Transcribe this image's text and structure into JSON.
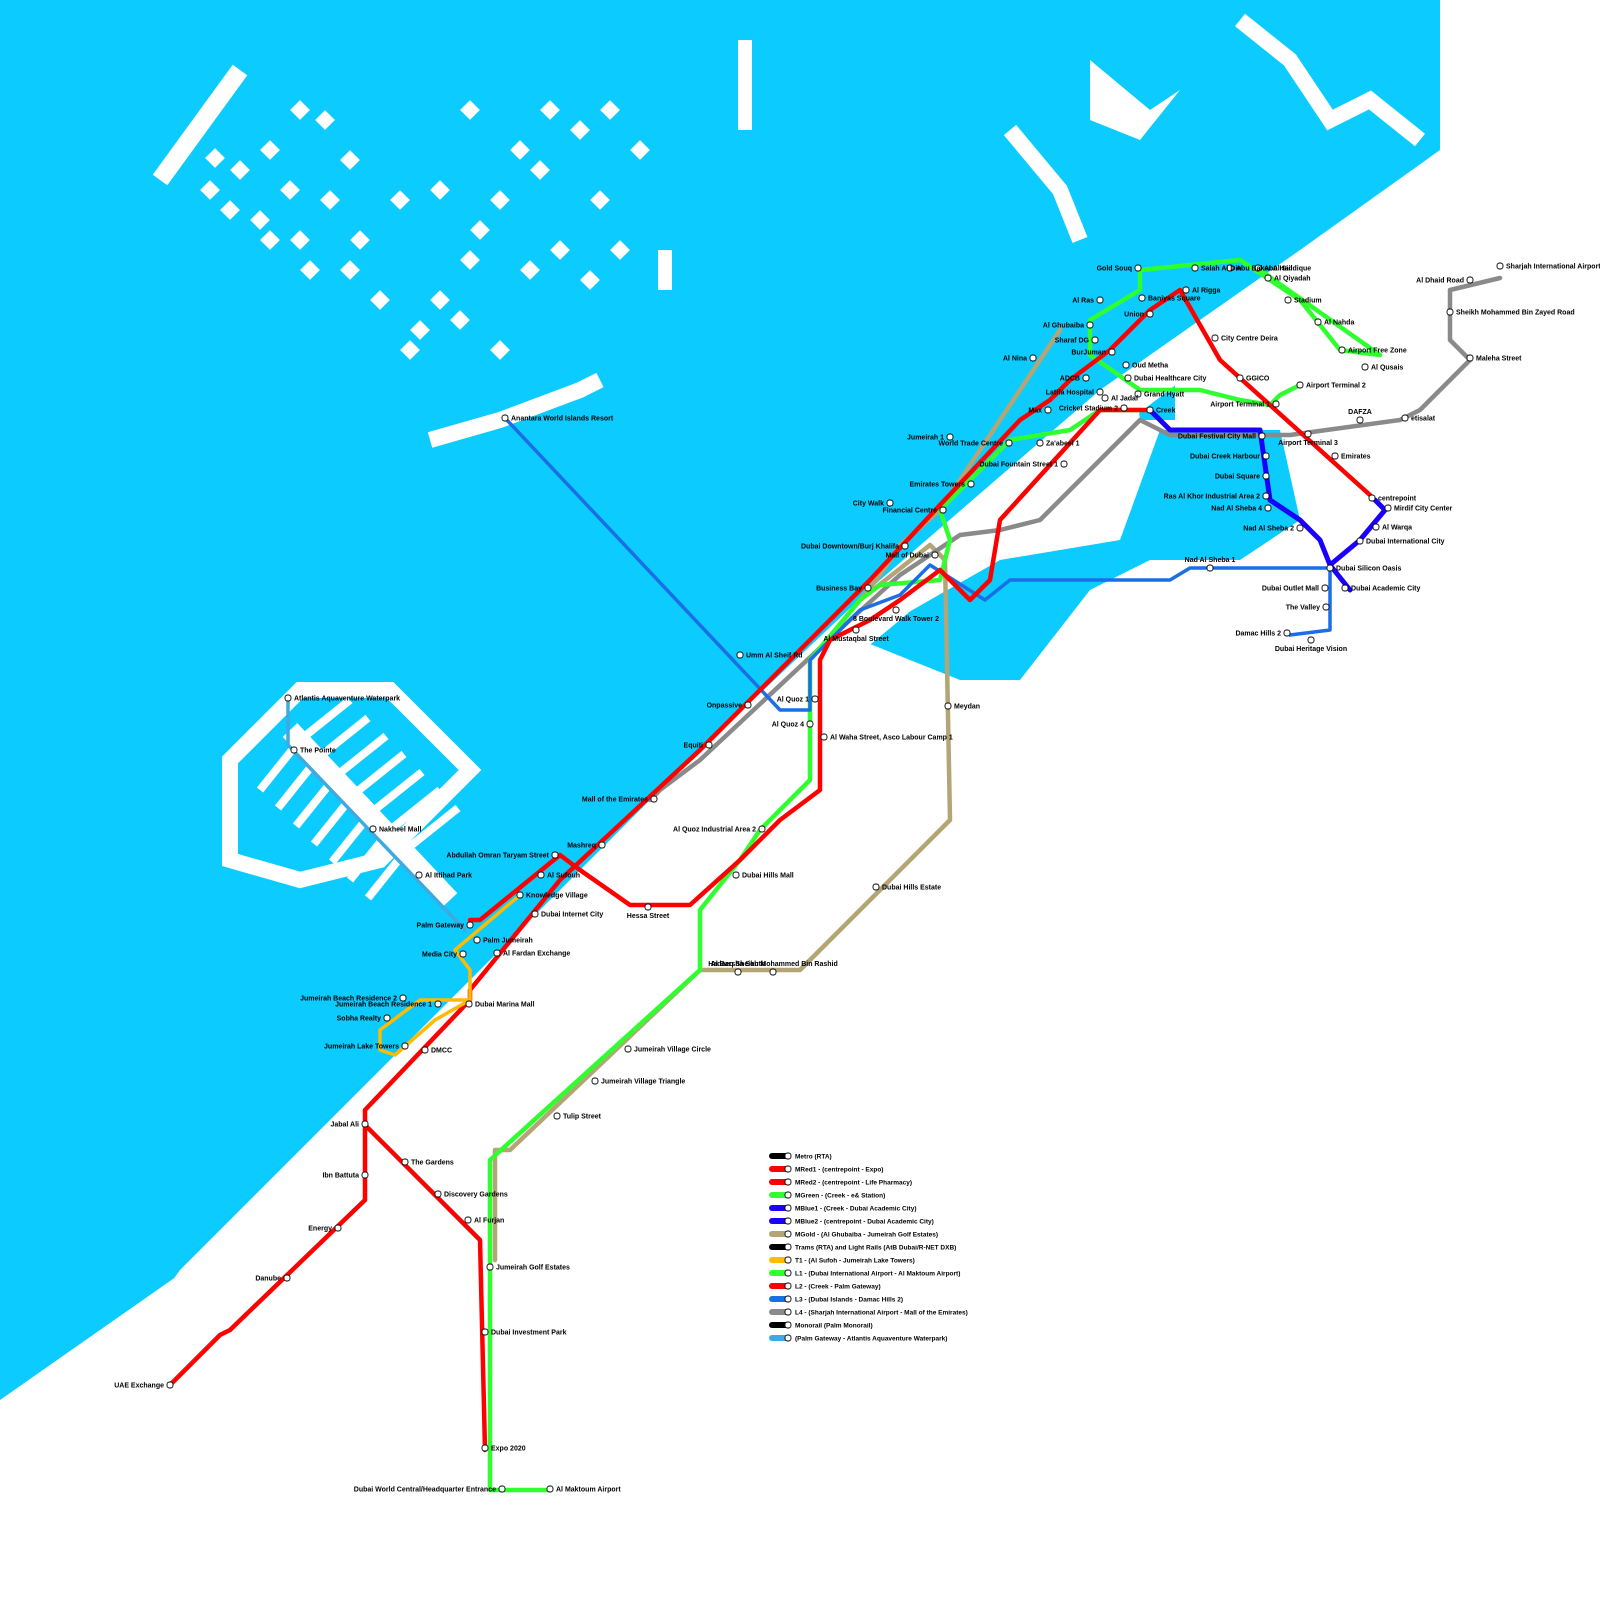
{
  "colors": {
    "water": "#0bcbff",
    "land": "#ffffff",
    "red": "#ff0000",
    "green": "#2fff2f",
    "blue_dark": "#1a00ff",
    "blue_light": "#1a6fe6",
    "gold": "#b3a575",
    "grey": "#8a8a8a",
    "yellow": "#ffbb00",
    "monorail": "#3fa9e0"
  },
  "legend": [
    {
      "label": "Metro (RTA)",
      "color": "#000000"
    },
    {
      "label": "MRed1 - (centrepoint - Expo)",
      "color": "#ff0000"
    },
    {
      "label": "MRed2 - (centrepoint - Life Pharmacy)",
      "color": "#ff0000"
    },
    {
      "label": "MGreen - (Creek - e& Station)",
      "color": "#2fff2f"
    },
    {
      "label": "MBlue1 - (Creek - Dubai Academic City)",
      "color": "#1a00ff"
    },
    {
      "label": "MBlue2 - (centrepoint - Dubai Academic City)",
      "color": "#1a00ff"
    },
    {
      "label": "MGold - (Al Ghubaiba - Jumeirah Golf Estates)",
      "color": "#b3a575"
    },
    {
      "label": "Trams (RTA) and Light Rails (AtB Dubai/R-NET DXB)",
      "color": "#000000"
    },
    {
      "label": "T1 - (Al Sufoh - Jumeirah Lake Towers)",
      "color": "#ffbb00"
    },
    {
      "label": "L1 - (Dubai International Airport - Al Maktoum Airport)",
      "color": "#2fff2f"
    },
    {
      "label": "L2 - (Creek - Palm Gateway)",
      "color": "#ff0000"
    },
    {
      "label": "L3 - (Dubai Islands - Damac Hills 2)",
      "color": "#1a6fe6"
    },
    {
      "label": "L4 - (Sharjah International Airport - Mall of the Emirates)",
      "color": "#8a8a8a"
    },
    {
      "label": "Monorail (Palm Monorail)",
      "color": "#000000"
    },
    {
      "label": "(Palm Gateway - Atlantis Aquaventure Waterpark)",
      "color": "#3fa9e0"
    }
  ],
  "stations": [
    {
      "name": "Sharjah International Airport"
    },
    {
      "name": "Al Dhaid Road"
    },
    {
      "name": "Sheikh Mohammed Bin Zayed Road"
    },
    {
      "name": "Maleha Street"
    },
    {
      "name": "etisalat"
    },
    {
      "name": "DAFZA"
    },
    {
      "name": "Airport Terminal 3"
    },
    {
      "name": "Emirates"
    },
    {
      "name": "centrepoint"
    },
    {
      "name": "Mirdif City Center"
    },
    {
      "name": "Al Warqa"
    },
    {
      "name": "Dubai International City"
    },
    {
      "name": "Dubai Silicon Oasis"
    },
    {
      "name": "Dubai Academic City"
    },
    {
      "name": "Dubai Outlet Mall"
    },
    {
      "name": "The Valley"
    },
    {
      "name": "Damac Hills 2"
    },
    {
      "name": "Dubai Heritage Vision"
    },
    {
      "name": "Nad Al Sheba 1"
    },
    {
      "name": "Nad Al Sheba 2"
    },
    {
      "name": "Nad Al Sheba 4"
    },
    {
      "name": "Ras Al Khor Industrial Area 2"
    },
    {
      "name": "Dubai Square"
    },
    {
      "name": "Dubai Creek Harbour"
    },
    {
      "name": "Dubai Festival City Mall"
    },
    {
      "name": "Creek"
    },
    {
      "name": "Grand Hyatt"
    },
    {
      "name": "Dubai Healthcare City"
    },
    {
      "name": "Oud Metha"
    },
    {
      "name": "Airport Terminal 1"
    },
    {
      "name": "Airport Terminal 2"
    },
    {
      "name": "GGICO"
    },
    {
      "name": "City Centre Deira"
    },
    {
      "name": "Al Rigga"
    },
    {
      "name": "Union"
    },
    {
      "name": "Al Qiyadah"
    },
    {
      "name": "Stadium"
    },
    {
      "name": "Al Nahda"
    },
    {
      "name": "Airport Free Zone"
    },
    {
      "name": "Al Qusais"
    },
    {
      "name": "Abu Hail"
    },
    {
      "name": "Abu Baker Al Siddique"
    },
    {
      "name": "Salah Al Din"
    },
    {
      "name": "Baniyas Square"
    },
    {
      "name": "Gold Souq"
    },
    {
      "name": "Al Ras"
    },
    {
      "name": "Al Ghubaiba"
    },
    {
      "name": "Sharaf DG"
    },
    {
      "name": "BurJuman"
    },
    {
      "name": "ADCB"
    },
    {
      "name": "Al Nina"
    },
    {
      "name": "Latifa Hospital"
    },
    {
      "name": "Al Jadaf"
    },
    {
      "name": "Za'abeel 1"
    },
    {
      "name": "Cricket Stadium 2"
    },
    {
      "name": "Dubai Fountain Street 1"
    },
    {
      "name": "Max"
    },
    {
      "name": "World Trade Centre"
    },
    {
      "name": "Jumeirah 1"
    },
    {
      "name": "Emirates Towers"
    },
    {
      "name": "Financial Centre"
    },
    {
      "name": "City Walk"
    },
    {
      "name": "Dubai Downtown/Burj Khalifa"
    },
    {
      "name": "Business Bay"
    },
    {
      "name": "Mall of Dubai"
    },
    {
      "name": "Anantara World Islands Resort"
    },
    {
      "name": "Umm Al Sheif Rd"
    },
    {
      "name": "Onpassive"
    },
    {
      "name": "Al Quoz 1"
    },
    {
      "name": "Al Quoz 4"
    },
    {
      "name": "Al Mustaqbal Street"
    },
    {
      "name": "8 Boulevard Walk Tower 2"
    },
    {
      "name": "Meydan"
    },
    {
      "name": "Al Waha Street, Asco Labour Camp 1"
    },
    {
      "name": "Equiti"
    },
    {
      "name": "Mall of the Emirates"
    },
    {
      "name": "Al Quoz Industrial Area 2"
    },
    {
      "name": "Dubai Hills Mall"
    },
    {
      "name": "Dubai Hills Estate"
    },
    {
      "name": "Abdullah Omran Taryam Street"
    },
    {
      "name": "Mashreq"
    },
    {
      "name": "Hessa Street"
    },
    {
      "name": "Al Sufouh"
    },
    {
      "name": "Knowledge Village"
    },
    {
      "name": "Dubai Internet City"
    },
    {
      "name": "Atlantis Aquaventure Waterpark"
    },
    {
      "name": "The Pointe"
    },
    {
      "name": "Nakheel Mall"
    },
    {
      "name": "Al Ittihad Park"
    },
    {
      "name": "Palm Gateway"
    },
    {
      "name": "Palm Jumeirah"
    },
    {
      "name": "Media City"
    },
    {
      "name": "Al Fardan Exchange"
    },
    {
      "name": "Al Barsha South"
    },
    {
      "name": "Hadaeq Sheikh Mohammed Bin Rashid"
    },
    {
      "name": "Jumeirah Beach Residence 2"
    },
    {
      "name": "Jumeirah Beach Residence 1"
    },
    {
      "name": "Dubai Marina Mall"
    },
    {
      "name": "Sobha Realty"
    },
    {
      "name": "Jumeirah Lake Towers"
    },
    {
      "name": "DMCC"
    },
    {
      "name": "Jumeirah Village Circle"
    },
    {
      "name": "Jumeirah Village Triangle"
    },
    {
      "name": "Tulip Street"
    },
    {
      "name": "Jabal Ali"
    },
    {
      "name": "The Gardens"
    },
    {
      "name": "Ibn Battuta"
    },
    {
      "name": "Discovery Gardens"
    },
    {
      "name": "Al Furjan"
    },
    {
      "name": "Energy"
    },
    {
      "name": "Danube"
    },
    {
      "name": "UAE Exchange"
    },
    {
      "name": "Jumeirah Golf Estates"
    },
    {
      "name": "Dubai Investment Park"
    },
    {
      "name": "Expo 2020"
    },
    {
      "name": "Dubai World Central/Headquarter Entrance"
    },
    {
      "name": "Al Maktoum Airport"
    }
  ]
}
